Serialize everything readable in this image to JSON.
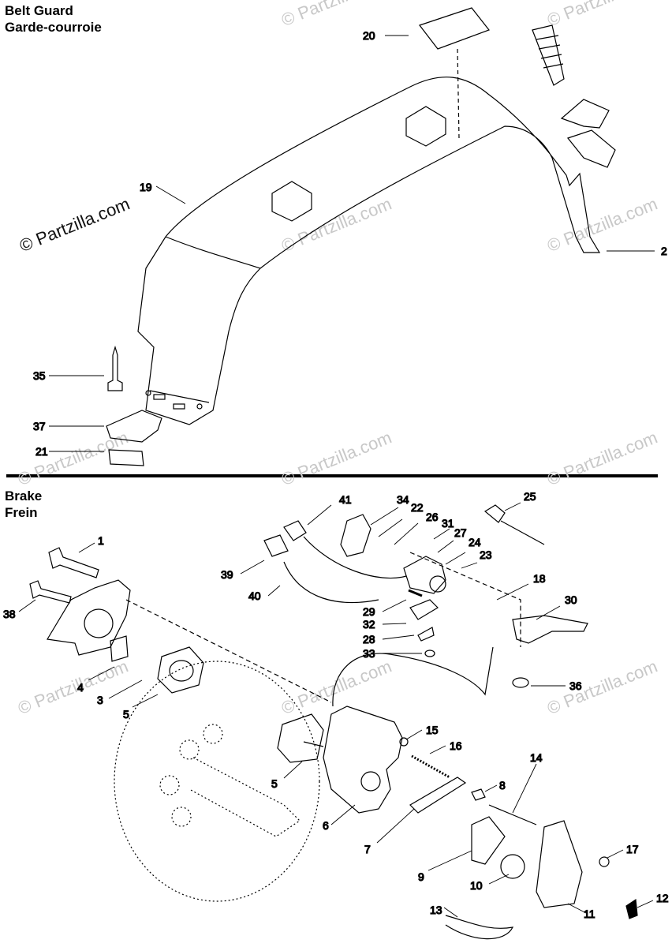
{
  "sections": {
    "belt_guard": {
      "title_en": "Belt Guard",
      "title_fr": "Garde-courroie"
    },
    "brake": {
      "title_en": "Brake",
      "title_fr": "Frein"
    }
  },
  "watermark": {
    "text": "© Partzilla.com"
  },
  "callouts": [
    {
      "id": "20",
      "label": "20"
    },
    {
      "id": "19",
      "label": "19"
    },
    {
      "id": "2",
      "label": "2"
    },
    {
      "id": "35",
      "label": "35"
    },
    {
      "id": "37",
      "label": "37"
    },
    {
      "id": "21",
      "label": "21"
    },
    {
      "id": "41",
      "label": "41"
    },
    {
      "id": "34",
      "label": "34"
    },
    {
      "id": "22",
      "label": "22"
    },
    {
      "id": "26",
      "label": "26"
    },
    {
      "id": "31",
      "label": "31"
    },
    {
      "id": "27",
      "label": "27"
    },
    {
      "id": "24",
      "label": "24"
    },
    {
      "id": "23",
      "label": "23"
    },
    {
      "id": "25",
      "label": "25"
    },
    {
      "id": "1",
      "label": "1"
    },
    {
      "id": "39",
      "label": "39"
    },
    {
      "id": "40",
      "label": "40"
    },
    {
      "id": "38",
      "label": "38"
    },
    {
      "id": "18",
      "label": "18"
    },
    {
      "id": "30",
      "label": "30"
    },
    {
      "id": "29",
      "label": "29"
    },
    {
      "id": "32",
      "label": "32"
    },
    {
      "id": "28",
      "label": "28"
    },
    {
      "id": "33",
      "label": "33"
    },
    {
      "id": "4",
      "label": "4"
    },
    {
      "id": "3",
      "label": "3"
    },
    {
      "id": "36",
      "label": "36"
    },
    {
      "id": "5a",
      "label": "5"
    },
    {
      "id": "15",
      "label": "15"
    },
    {
      "id": "16",
      "label": "16"
    },
    {
      "id": "14",
      "label": "14"
    },
    {
      "id": "5b",
      "label": "5"
    },
    {
      "id": "8",
      "label": "8"
    },
    {
      "id": "6",
      "label": "6"
    },
    {
      "id": "17",
      "label": "17"
    },
    {
      "id": "7",
      "label": "7"
    },
    {
      "id": "9",
      "label": "9"
    },
    {
      "id": "10",
      "label": "10"
    },
    {
      "id": "12",
      "label": "12"
    },
    {
      "id": "13",
      "label": "13"
    },
    {
      "id": "11",
      "label": "11"
    }
  ]
}
